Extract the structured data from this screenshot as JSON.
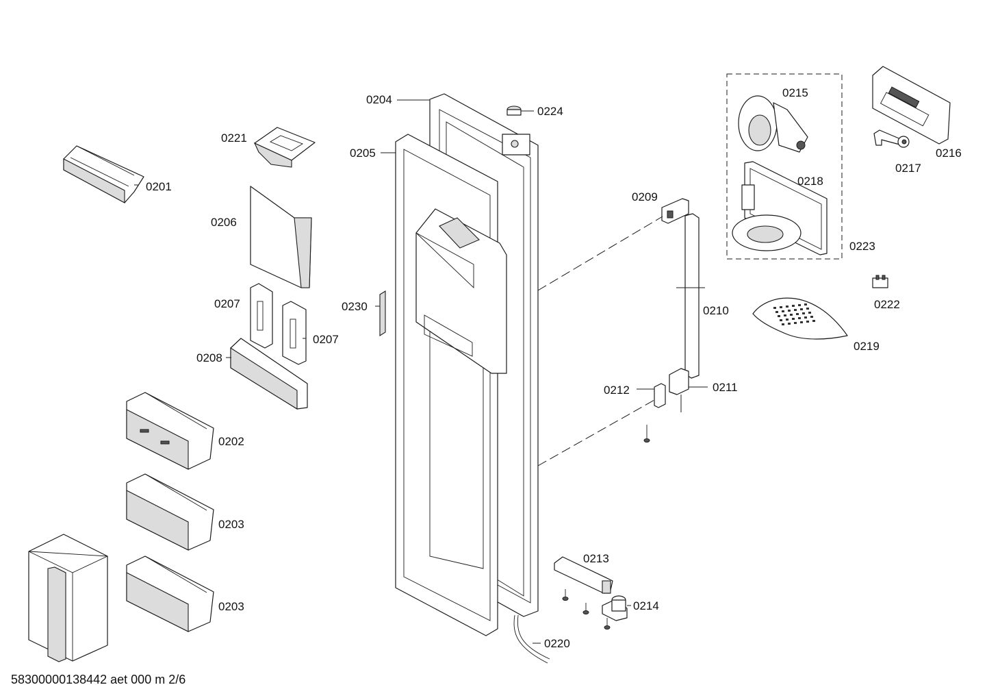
{
  "labels": {
    "p0201": "0201",
    "p0202": "0202",
    "p0203a": "0203",
    "p0203b": "0203",
    "p0204": "0204",
    "p0205": "0205",
    "p0206": "0206",
    "p0207a": "0207",
    "p0207b": "0207",
    "p0208": "0208",
    "p0209": "0209",
    "p0210": "0210",
    "p0211": "0211",
    "p0212": "0212",
    "p0213": "0213",
    "p0214": "0214",
    "p0215": "0215",
    "p0216": "0216",
    "p0217": "0217",
    "p0218": "0218",
    "p0219": "0219",
    "p0220": "0220",
    "p0221": "0221",
    "p0222": "0222",
    "p0223": "0223",
    "p0224": "0224",
    "p0230": "0230"
  },
  "footer": "58300000138442 aet 000 m 2/6"
}
